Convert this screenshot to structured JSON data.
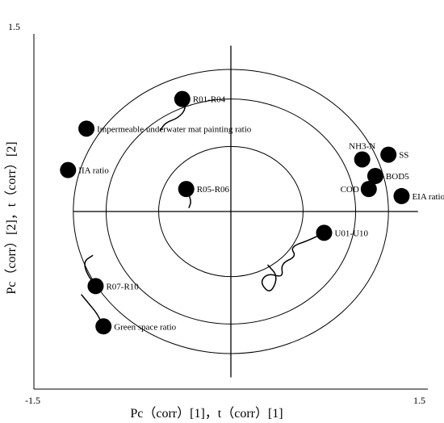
{
  "chart_data": {
    "type": "scatter",
    "xlabel": "Pc（corr）[1]，t（corr）[1]",
    "ylabel": "Pc（corr）[2]，t（corr）[2]",
    "xlim": [
      -1.5,
      1.5
    ],
    "ylim": [
      -1.5,
      1.5
    ],
    "tick_labels": {
      "x_min": "-1.5",
      "x_max": "1.5",
      "y_max": "1.5"
    },
    "circles_r": [
      0.55,
      0.95,
      1.2
    ],
    "grid": false,
    "points": [
      {
        "label": "R01-R04",
        "x": -0.37,
        "y": 0.95,
        "label_side": "right"
      },
      {
        "label": "Impermeable underwater mat painting ratio",
        "x": -1.1,
        "y": 0.7,
        "label_side": "right"
      },
      {
        "label": "IIA ratio",
        "x": -1.24,
        "y": 0.35,
        "label_side": "right"
      },
      {
        "label": "R05-R06",
        "x": -0.34,
        "y": 0.19,
        "label_side": "right"
      },
      {
        "label": "NH3-N",
        "x": 1.0,
        "y": 0.44,
        "label_side": "above"
      },
      {
        "label": "SS",
        "x": 1.2,
        "y": 0.48,
        "label_side": "right"
      },
      {
        "label": "BOD5",
        "x": 1.1,
        "y": 0.3,
        "label_side": "right"
      },
      {
        "label": "COD",
        "x": 1.05,
        "y": 0.19,
        "label_side": "left"
      },
      {
        "label": "EIA ratio",
        "x": 1.3,
        "y": 0.13,
        "label_side": "right"
      },
      {
        "label": "U01-U10",
        "x": 0.71,
        "y": -0.18,
        "label_side": "right"
      },
      {
        "label": "R07-R10",
        "x": -1.03,
        "y": -0.63,
        "label_side": "right"
      },
      {
        "label": "Green space ratio",
        "x": -0.97,
        "y": -0.97,
        "label_side": "right"
      }
    ],
    "trails": [
      [
        [
          -0.37,
          0.95
        ],
        [
          -0.34,
          0.87
        ],
        [
          -0.4,
          0.79
        ],
        [
          -0.5,
          0.75
        ],
        [
          -0.54,
          0.68
        ]
      ],
      [
        [
          -0.34,
          0.19
        ],
        [
          -0.3,
          0.09
        ],
        [
          -0.32,
          0.03
        ]
      ],
      [
        [
          0.71,
          -0.18
        ],
        [
          0.6,
          -0.24
        ],
        [
          0.45,
          -0.3
        ],
        [
          0.5,
          -0.38
        ],
        [
          0.38,
          -0.44
        ],
        [
          0.4,
          -0.56
        ],
        [
          0.28,
          -0.52
        ],
        [
          0.22,
          -0.6
        ],
        [
          0.3,
          -0.7
        ],
        [
          0.36,
          -0.55
        ],
        [
          0.28,
          -0.45
        ]
      ],
      [
        [
          -1.03,
          -0.63
        ],
        [
          -1.1,
          -0.52
        ],
        [
          -1.12,
          -0.42
        ],
        [
          -1.05,
          -0.37
        ]
      ],
      [
        [
          -0.97,
          -0.97
        ],
        [
          -1.02,
          -0.86
        ],
        [
          -1.08,
          -0.78
        ],
        [
          -1.14,
          -0.7
        ]
      ]
    ]
  }
}
